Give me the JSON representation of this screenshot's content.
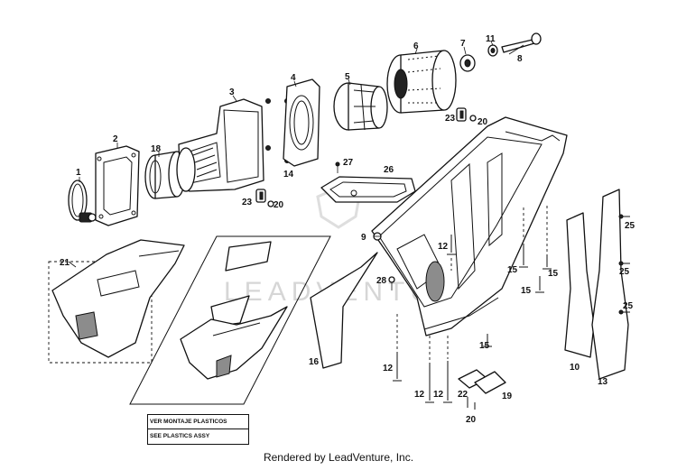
{
  "watermark": {
    "text": "LEADVENTURE"
  },
  "footer": {
    "text": "Rendered by LeadVenture, Inc."
  },
  "note": {
    "line1": "VER MONTAJE PLASTICOS",
    "line2": "SEE PLASTICS ASSY"
  },
  "callouts": [
    {
      "id": "c1",
      "label": "1"
    },
    {
      "id": "c2",
      "label": "2"
    },
    {
      "id": "c3",
      "label": "3"
    },
    {
      "id": "c4",
      "label": "4"
    },
    {
      "id": "c5",
      "label": "5"
    },
    {
      "id": "c6",
      "label": "6"
    },
    {
      "id": "c7",
      "label": "7"
    },
    {
      "id": "c8",
      "label": "8"
    },
    {
      "id": "c9",
      "label": "9"
    },
    {
      "id": "c10",
      "label": "10"
    },
    {
      "id": "c11",
      "label": "11"
    },
    {
      "id": "c12a",
      "label": "12"
    },
    {
      "id": "c12b",
      "label": "12"
    },
    {
      "id": "c12c",
      "label": "12"
    },
    {
      "id": "c12d",
      "label": "12"
    },
    {
      "id": "c13",
      "label": "13"
    },
    {
      "id": "c14",
      "label": "14"
    },
    {
      "id": "c15a",
      "label": "15"
    },
    {
      "id": "c15b",
      "label": "15"
    },
    {
      "id": "c15c",
      "label": "15"
    },
    {
      "id": "c15d",
      "label": "15"
    },
    {
      "id": "c16",
      "label": "16"
    },
    {
      "id": "c18",
      "label": "18"
    },
    {
      "id": "c19",
      "label": "19"
    },
    {
      "id": "c20a",
      "label": "20"
    },
    {
      "id": "c20b",
      "label": "20"
    },
    {
      "id": "c20c",
      "label": "20"
    },
    {
      "id": "c21",
      "label": "21"
    },
    {
      "id": "c22",
      "label": "22"
    },
    {
      "id": "c23a",
      "label": "23"
    },
    {
      "id": "c23b",
      "label": "23"
    },
    {
      "id": "c25a",
      "label": "25"
    },
    {
      "id": "c25b",
      "label": "25"
    },
    {
      "id": "c25c",
      "label": "25"
    },
    {
      "id": "c26",
      "label": "26"
    },
    {
      "id": "c27",
      "label": "27"
    },
    {
      "id": "c28",
      "label": "28"
    }
  ]
}
